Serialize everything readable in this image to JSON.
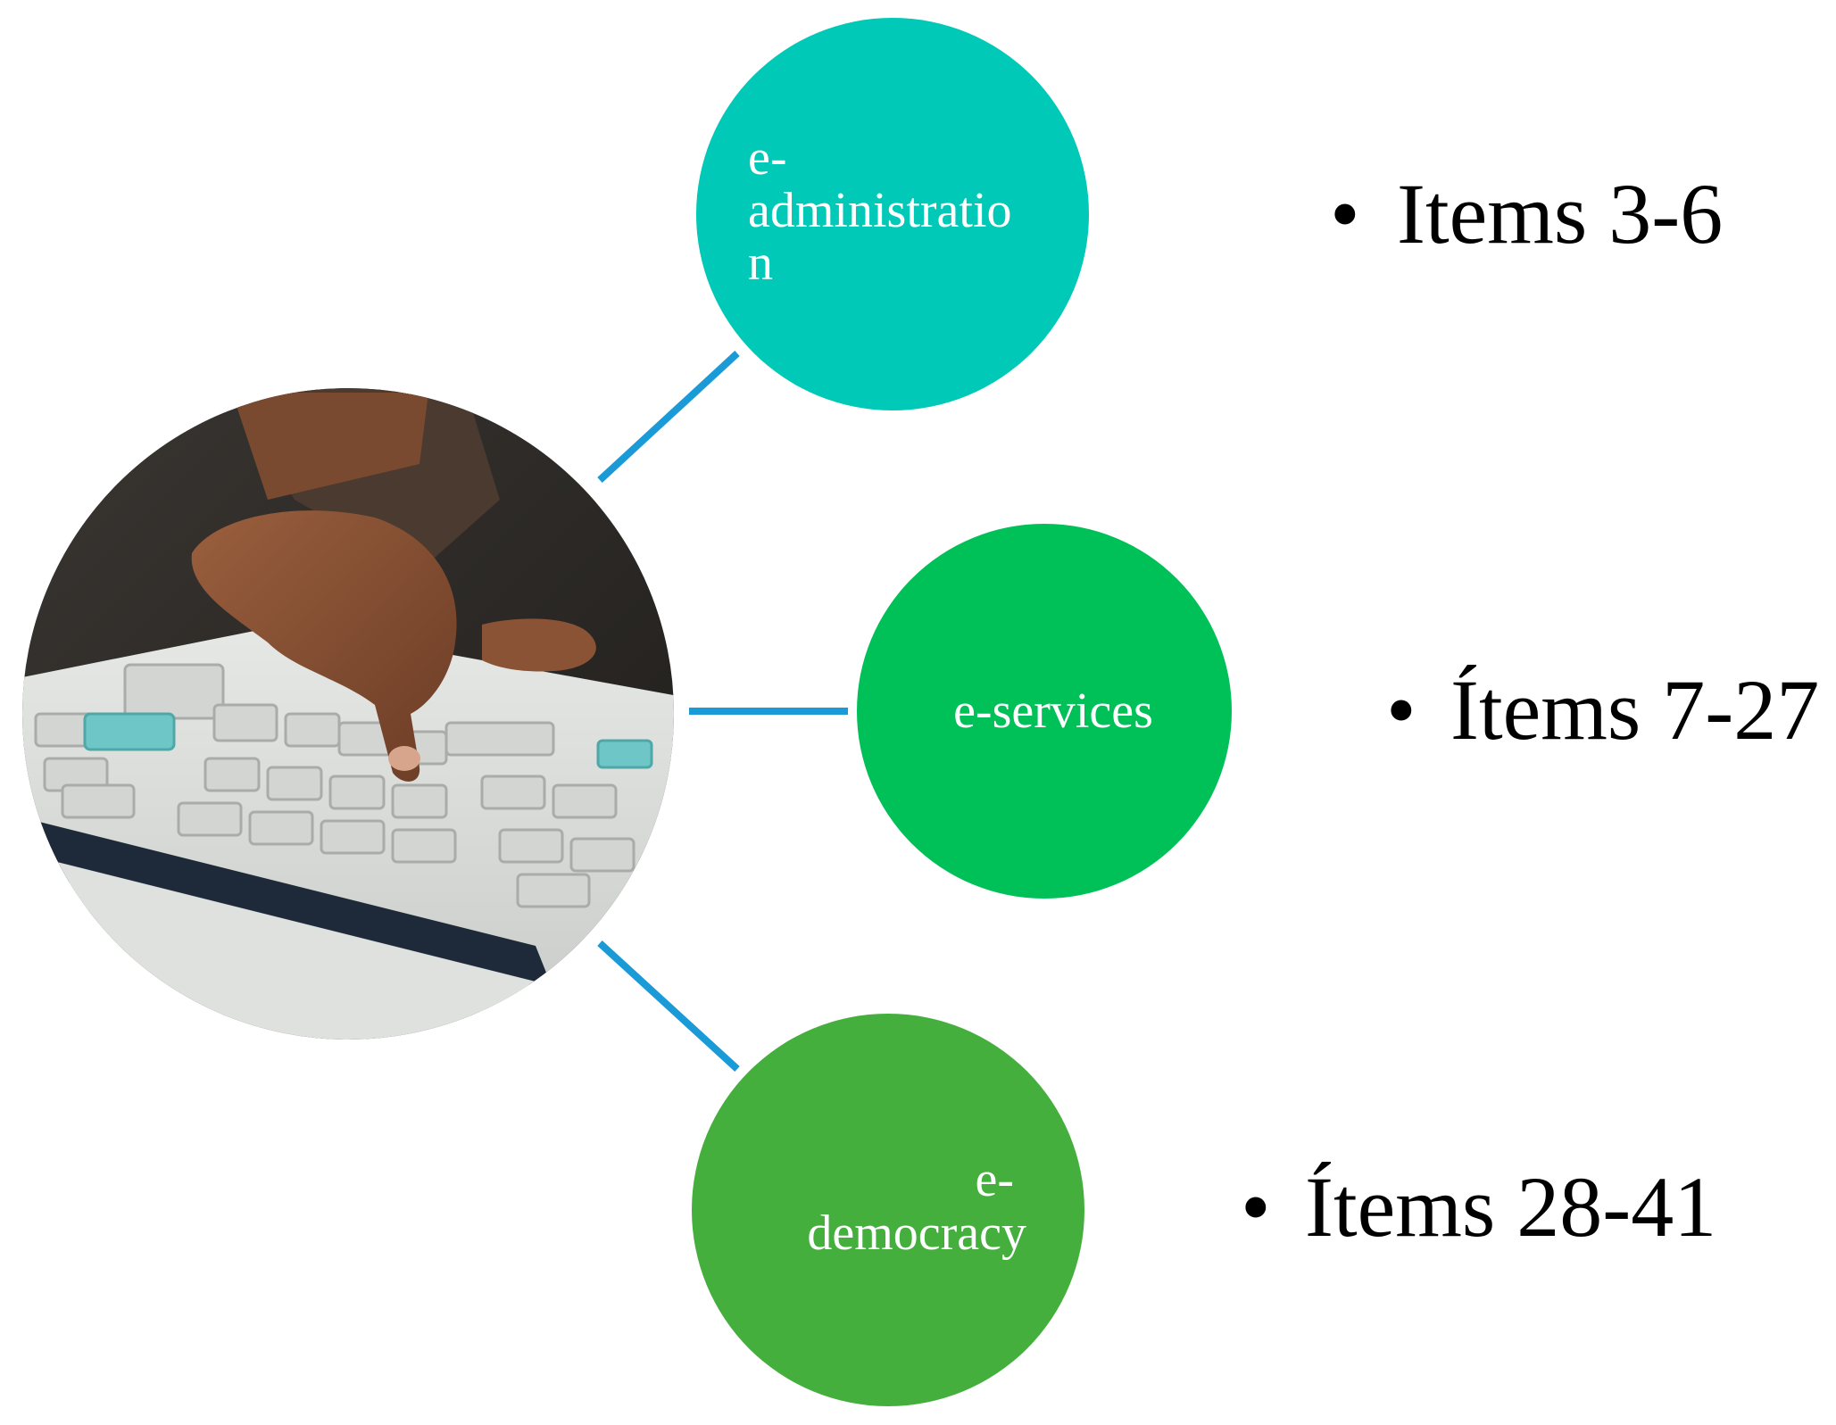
{
  "colors": {
    "connector": "#1a9ad6",
    "teal": "#00c9b8",
    "green": "#00c058",
    "leaf_green": "#45af3e",
    "text_on_node": "#ffffff",
    "item_text": "#000000"
  },
  "central_image": {
    "icon": "keyboard-photo-icon"
  },
  "nodes": [
    {
      "id": "administration",
      "lines": [
        "e-",
        "administratio",
        "n"
      ],
      "color": "#00c9b8"
    },
    {
      "id": "services",
      "lines": [
        "e-services"
      ],
      "color": "#00c058"
    },
    {
      "id": "democracy",
      "lines": [
        "e-",
        "democracy"
      ],
      "color": "#45af3e"
    }
  ],
  "items": [
    {
      "bullet": "•",
      "label": "Items 3-6"
    },
    {
      "bullet": "•",
      "label": "Ítems 7-27"
    },
    {
      "bullet": "•",
      "label": "Ítems 28-41"
    }
  ]
}
